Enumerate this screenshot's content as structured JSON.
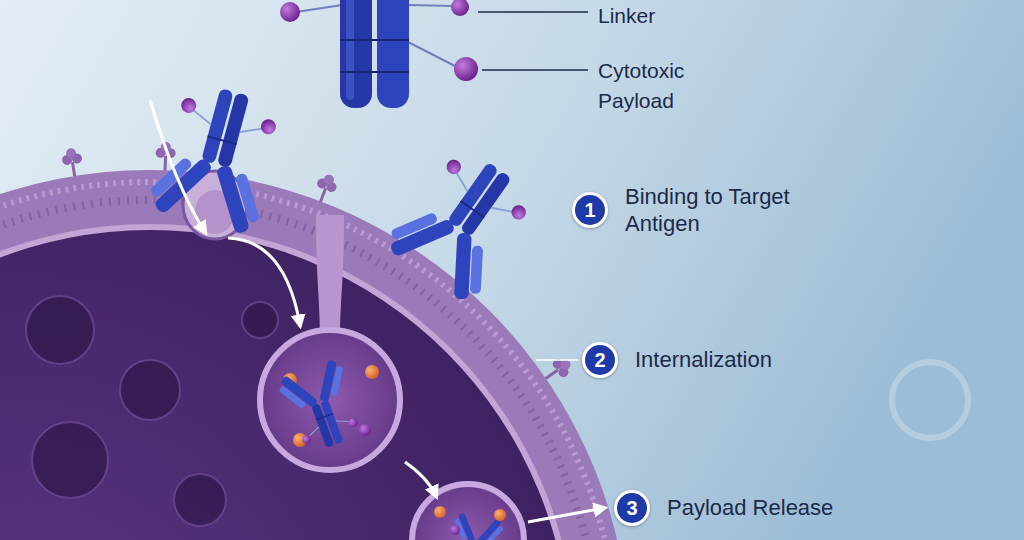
{
  "diagram": {
    "nodes": [
      {
        "text": [
          "1",
          "Binding to Target Antigen"
        ]
      },
      {
        "text": [
          "2",
          "Internalization"
        ]
      },
      {
        "text": [
          "3",
          "Payload Release"
        ]
      }
    ],
    "labels": [
      "Linker",
      "Cytotoxic Payload"
    ]
  }
}
